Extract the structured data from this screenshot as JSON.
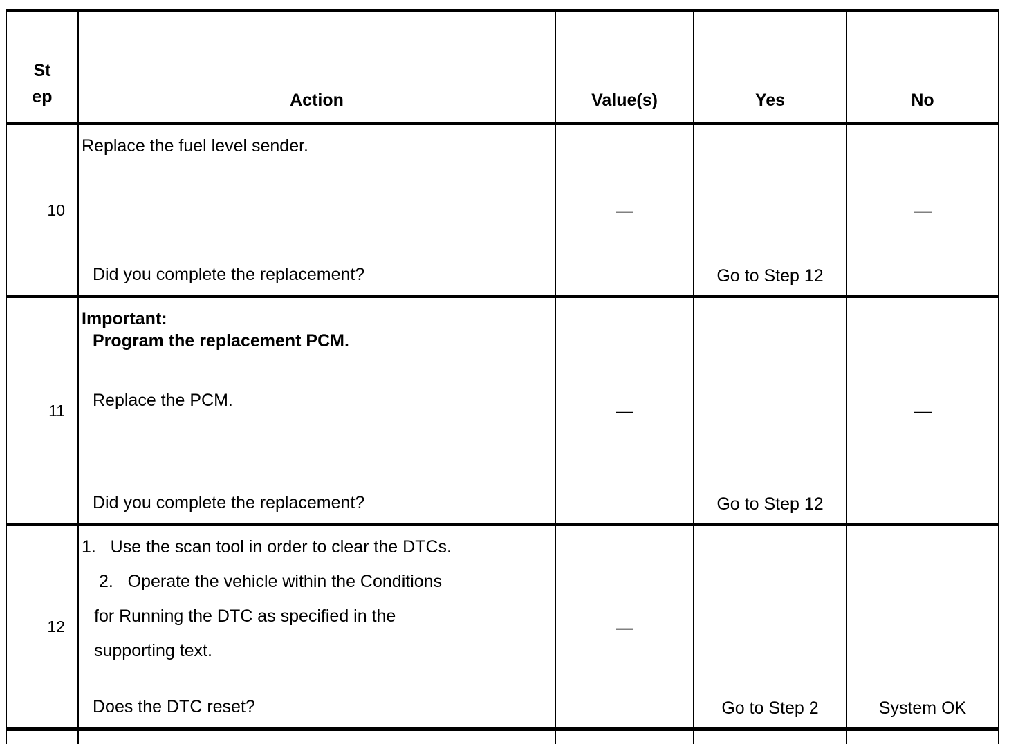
{
  "document": {
    "type": "diagnostic-procedure-table",
    "title": "Diagnostic Step Table"
  },
  "table": {
    "headers": {
      "step_line1": "St",
      "step_line2": "ep",
      "action": "Action",
      "value": "Value(s)",
      "yes": "Yes",
      "no": "No"
    },
    "rows": [
      {
        "step": "10",
        "action_lines": [
          {
            "text": "Replace the fuel level sender.",
            "bold": false,
            "indent": 0
          }
        ],
        "action_question": "Did you complete the replacement?",
        "value": "—",
        "yes_mid": "",
        "yes_bottom": "Go to Step 12",
        "no_mid": "—",
        "no_bottom": ""
      },
      {
        "step": "11",
        "action_lines": [
          {
            "text": "Important:",
            "bold": true,
            "indent": 0
          },
          {
            "text": "Program the replacement PCM.",
            "bold": true,
            "indent": 1
          },
          {
            "text": "Replace the PCM.",
            "bold": false,
            "indent": 1
          }
        ],
        "action_question": "Did you complete the replacement?",
        "value": "—",
        "yes_mid": "",
        "yes_bottom": "Go to Step 12",
        "no_mid": "—",
        "no_bottom": ""
      },
      {
        "step": "12",
        "action_lines": [
          {
            "text": "1.   Use the scan tool in order to clear the DTCs.",
            "bold": false,
            "indent": 0
          },
          {
            "text": " 2.   Operate the vehicle within the Conditions",
            "bold": false,
            "indent": 1
          },
          {
            "text": "for Running the DTC as specified in the",
            "bold": false,
            "indent": 1
          },
          {
            "text": "supporting text.",
            "bold": false,
            "indent": 1
          }
        ],
        "action_question": "Does the DTC reset?",
        "value": "—",
        "yes_mid": "",
        "yes_bottom": "Go to Step 2",
        "no_mid": "",
        "no_bottom": "System OK"
      }
    ]
  },
  "colors": {
    "ink": "#000000",
    "paper": "#ffffff"
  }
}
